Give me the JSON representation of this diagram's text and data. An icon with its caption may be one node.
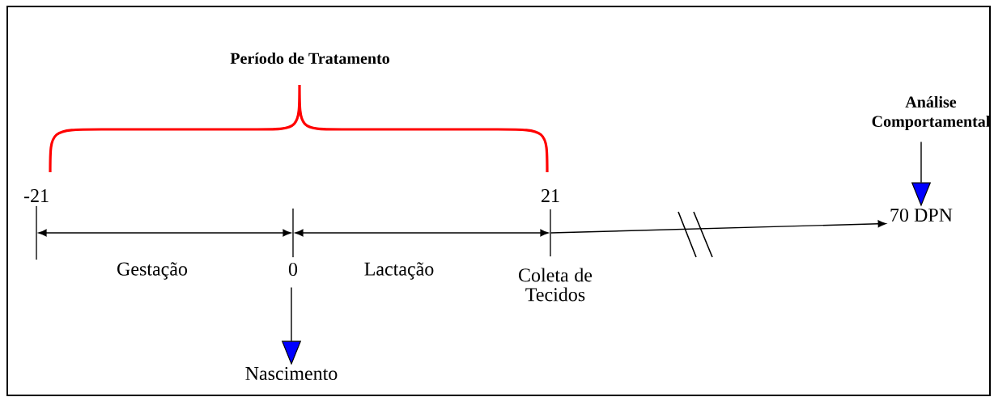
{
  "diagram": {
    "nodes": [
      {
        "text": [],
        "shape": "bar",
        "beside": [
          "-21"
        ]
      },
      {
        "text": [],
        "shape": "bar"
      },
      {
        "text": [],
        "shape": "bar",
        "beside": [
          "21"
        ]
      },
      {
        "text": [
          "0"
        ]
      },
      {
        "text": [
          "Nascimento"
        ]
      },
      {
        "text": [
          "Análise Comportamental"
        ]
      },
      {
        "text": [
          "70 DPN"
        ]
      }
    ],
    "edges": [
      {
        "from": 0,
        "to": 1,
        "arrow": "both"
      },
      {
        "from": 1,
        "to": 2,
        "arrow": "both"
      },
      {
        "from": 2,
        "to": 6,
        "arrow": "to"
      },
      {
        "from": 3,
        "to": 4,
        "arrow": "to"
      },
      {
        "from": 5,
        "to": 6,
        "arrow": "to"
      }
    ],
    "labels": [
      "Período de Tratamento",
      "Gestação",
      "Lactação",
      "Coleta de Tecidos"
    ]
  }
}
